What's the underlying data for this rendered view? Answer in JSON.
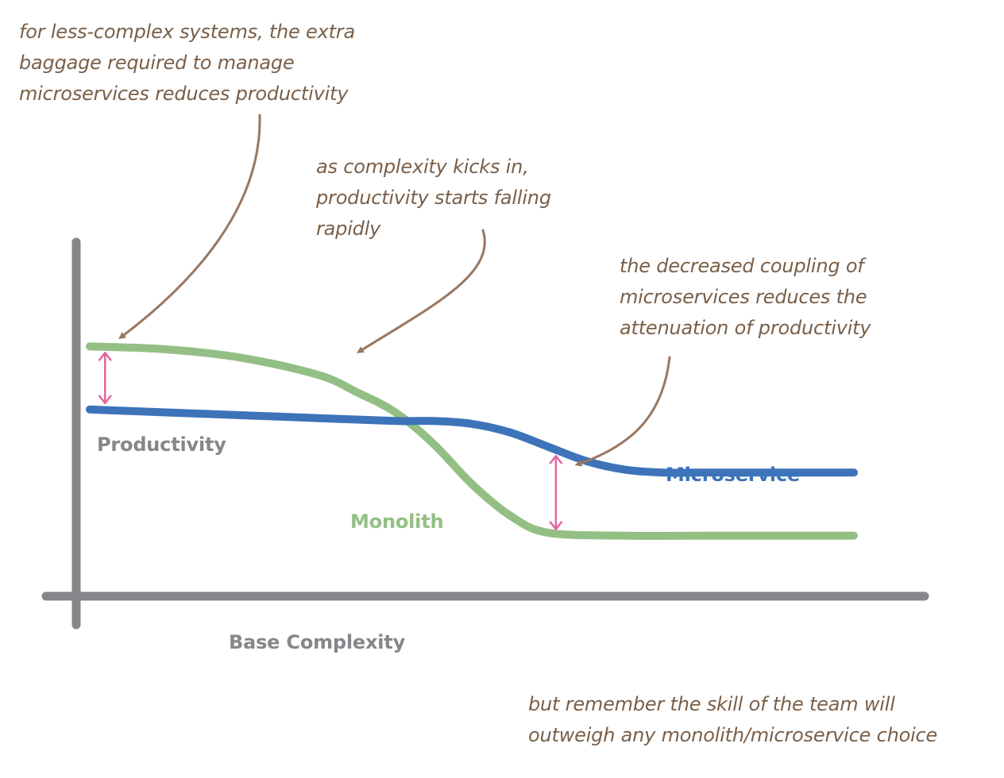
{
  "colors": {
    "axis": "#86868b",
    "axis_label": "#86868b",
    "monolith": "#93bf84",
    "microservice": "#3d73b9",
    "gap_arrow": "#e0699d",
    "annotation_text": "#7a5f48",
    "annotation_arrow": "#9a7760"
  },
  "annotations": [
    {
      "id": "less-complex",
      "lines": [
        "for less-complex systems, the extra",
        "baggage required to manage",
        "microservices reduces productivity"
      ]
    },
    {
      "id": "complexity-kicks-in",
      "lines": [
        "as complexity kicks in,",
        "productivity starts falling",
        "rapidly"
      ]
    },
    {
      "id": "decreased-coupling",
      "lines": [
        "the decreased coupling of",
        "microservices reduces the",
        "attenuation of productivity"
      ]
    },
    {
      "id": "skill-of-team",
      "lines": [
        "but remember the skill of the team will",
        "outweigh any monolith/microservice choice"
      ]
    }
  ],
  "chart_data": {
    "type": "line",
    "xlabel": "Base Complexity",
    "ylabel": "Productivity",
    "xlim": [
      0,
      100
    ],
    "ylim": [
      0,
      100
    ],
    "grid": false,
    "legend": "inline-labels",
    "series": [
      {
        "name": "Monolith",
        "x": [
          0,
          10,
          20,
          30,
          35,
          40,
          45,
          50,
          55,
          60,
          70,
          80,
          90,
          100
        ],
        "y": [
          78,
          77,
          74,
          68,
          62,
          55,
          44,
          30,
          19,
          13,
          12,
          12,
          12,
          12
        ]
      },
      {
        "name": "Microservice",
        "x": [
          0,
          10,
          20,
          30,
          40,
          45,
          50,
          55,
          60,
          65,
          70,
          75,
          80,
          90,
          100
        ],
        "y": [
          56,
          55,
          54,
          53,
          52,
          52,
          51,
          48,
          43,
          38,
          35,
          34,
          34,
          34,
          34
        ]
      }
    ],
    "gap_markers": [
      {
        "x": 2,
        "y_from": 56,
        "y_to": 78
      },
      {
        "x": 61,
        "y_from": 12,
        "y_to": 42
      }
    ]
  }
}
